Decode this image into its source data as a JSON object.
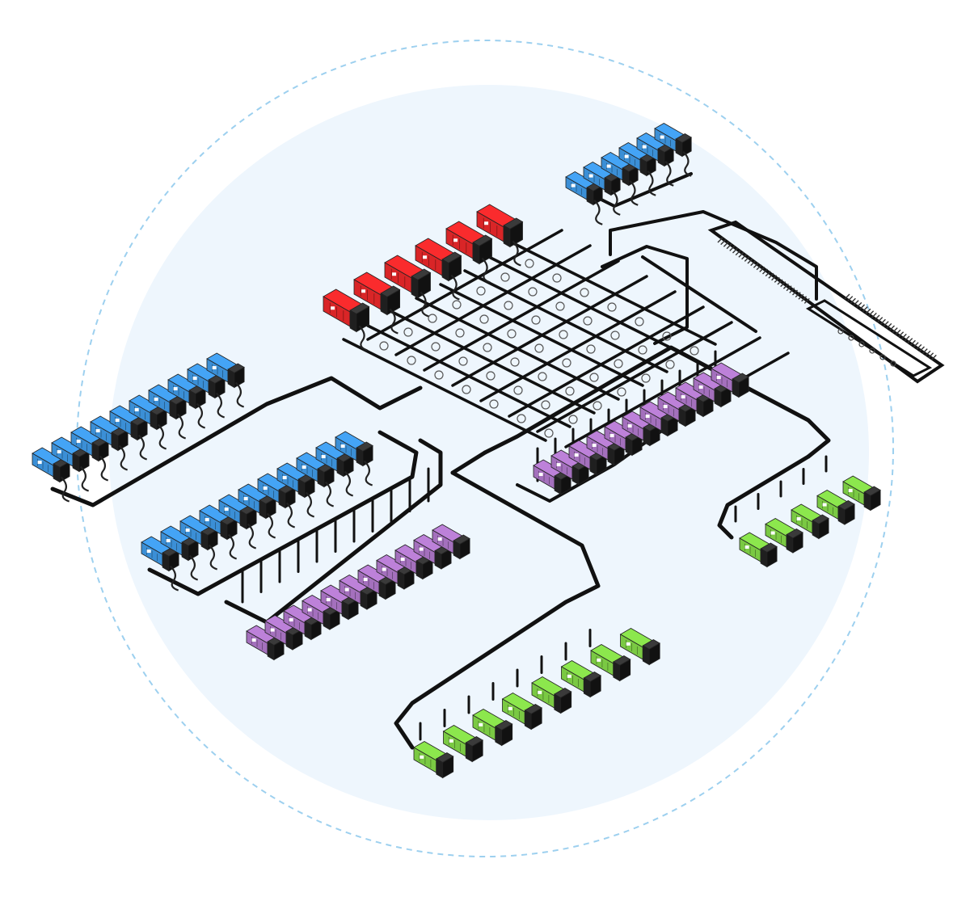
{
  "colors": {
    "background": "#ffffff",
    "outer_ring": "#9dd0ef",
    "inner_disc": "#eef6fd",
    "pipe": "#111111",
    "red_unit": "#d92527",
    "blue_unit": "#3b8fd6",
    "purple_unit": "#a470bd",
    "green_unit": "#7ac943",
    "unit_dark": "#1f1f1f"
  },
  "diagram": {
    "groups": [
      {
        "name": "central-red-bank",
        "color": "red_unit",
        "count": 6
      },
      {
        "name": "top-right-blue-bank",
        "color": "blue_unit",
        "count": 6
      },
      {
        "name": "left-blue-bank-upper",
        "color": "blue_unit",
        "count": 10
      },
      {
        "name": "left-blue-bank-lower",
        "color": "blue_unit",
        "count": 11
      },
      {
        "name": "left-purple-bank",
        "color": "purple_unit",
        "count": 11
      },
      {
        "name": "right-purple-bank",
        "color": "purple_unit",
        "count": 11
      },
      {
        "name": "right-green-bank",
        "color": "green_unit",
        "count": 5
      },
      {
        "name": "bottom-green-bank",
        "color": "green_unit",
        "count": 8
      },
      {
        "name": "right-filter-rack",
        "color": "unit_dark",
        "count": 2
      }
    ]
  }
}
